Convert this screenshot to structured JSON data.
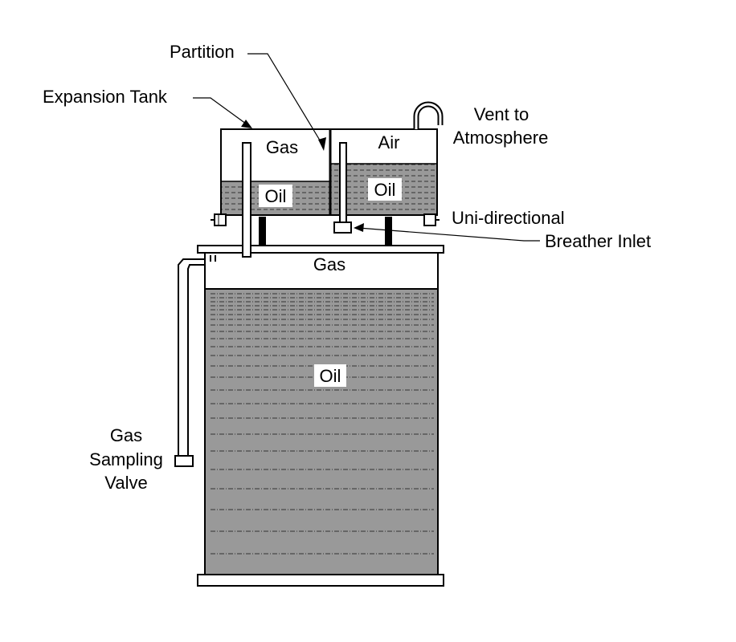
{
  "labels": {
    "partition": "Partition",
    "expansion_tank": "Expansion Tank",
    "vent_line1": "Vent to",
    "vent_line2": "Atmosphere",
    "unidirectional": "Uni-directional",
    "breather_inlet": "Breather Inlet",
    "gas_sampling_line1": "Gas",
    "gas_sampling_line2": "Sampling",
    "gas_sampling_line3": "Valve"
  },
  "regions": {
    "expansion_left_gas": "Gas",
    "expansion_left_oil": "Oil",
    "expansion_right_air": "Air",
    "expansion_right_oil": "Oil",
    "main_gas": "Gas",
    "main_oil": "Oil"
  },
  "colors": {
    "oil_fill": "#999999",
    "line": "#000000",
    "background": "#ffffff"
  }
}
